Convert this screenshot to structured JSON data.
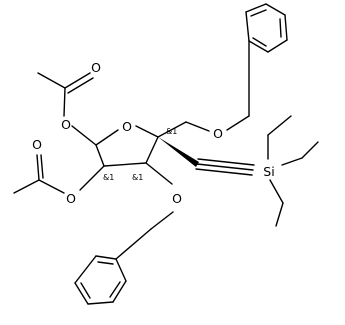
{
  "molecule": {
    "atom_labels": {
      "o_ester_upper_carbonyl": "O",
      "o_ester_upper": "O",
      "o_ring": "O",
      "o_benzyloxymethyl": "O",
      "o_ester_lower_carbonyl": "O",
      "o_ester_lower": "O",
      "o_benzyloxy": "O",
      "silicon": "Si"
    },
    "stereo_labels": {
      "c4": "&1",
      "c2": "&1",
      "c3": "&1"
    }
  }
}
